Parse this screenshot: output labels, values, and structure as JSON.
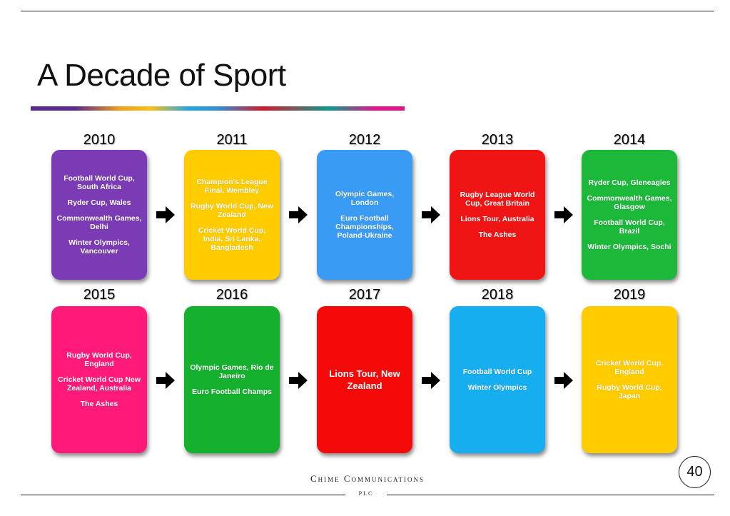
{
  "slide": {
    "title": "A Decade of Sport",
    "page_number": "40",
    "company": "Chime Communications",
    "company_suffix": "PLC"
  },
  "colors": {
    "purple": "#7b3bb5",
    "yellow": "#ffcc00",
    "blue": "#3a9bf5",
    "red": "#f01515",
    "green": "#1cb83a",
    "pink": "#ff1a7a",
    "green_dark": "#14b02e",
    "red_dark": "#f50a0a",
    "cyan": "#17aef0"
  },
  "years": [
    {
      "year": "2010",
      "color": "#7b3bb5",
      "events": [
        "Football World Cup, South Africa",
        "Ryder Cup, Wales",
        "Commonwealth Games, Delhi",
        "Winter Olympics, Vancouver"
      ]
    },
    {
      "year": "2011",
      "color": "#ffcc00",
      "events": [
        "Champion's League Final, Wembley",
        "Rugby World Cup, New Zealand",
        "Cricket World Cup, India, Sri Lanka, Bangladesh"
      ]
    },
    {
      "year": "2012",
      "color": "#3a9bf5",
      "events": [
        "Olympic Games, London",
        "Euro Football Championships, Poland-Ukraine"
      ]
    },
    {
      "year": "2013",
      "color": "#f01515",
      "events": [
        "Rugby League World Cup, Great Britain",
        "Lions Tour, Australia",
        "The Ashes"
      ]
    },
    {
      "year": "2014",
      "color": "#1cb83a",
      "events": [
        "Ryder Cup, Gleneagles",
        "Commonwealth Games, Glasgow",
        "Football World Cup, Brazil",
        "Winter Olympics, Sochi"
      ]
    },
    {
      "year": "2015",
      "color": "#ff1a7a",
      "events": [
        "Rugby World Cup, England",
        "Cricket World Cup New Zealand, Australia",
        "The Ashes"
      ]
    },
    {
      "year": "2016",
      "color": "#14b02e",
      "events": [
        "Olympic Games, Rio de Janeiro",
        "Euro Football Champs"
      ]
    },
    {
      "year": "2017",
      "color": "#f50a0a",
      "events": [
        "Lions Tour, New Zealand"
      ]
    },
    {
      "year": "2018",
      "color": "#17aef0",
      "events": [
        "Football World Cup",
        "Winter Olympics"
      ]
    },
    {
      "year": "2019",
      "color": "#ffcc00",
      "events": [
        "Cricket World Cup, England",
        "Rugby World Cup, Japan"
      ]
    }
  ]
}
